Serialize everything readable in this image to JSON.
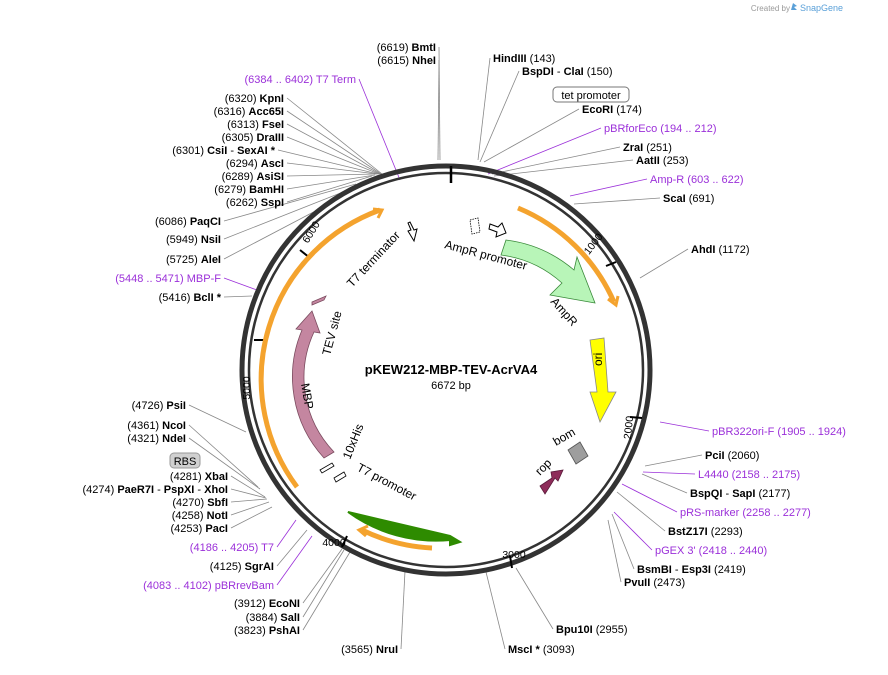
{
  "watermark": "Created by",
  "brand": "SnapGene",
  "plasmid": {
    "name": "pKEW212-MBP-TEV-AcrVA4",
    "length": "6672 bp"
  },
  "colors": {
    "primer": "#9b30d9",
    "orf": "#f4a32e",
    "ampr": "#b8f5b8",
    "ori": "#ffff00",
    "mbp": "#c486a0",
    "rop": "#8e2c5a",
    "promoter_green": "#2e8b00",
    "bom": "#9e9e9e"
  },
  "ticks": [
    "1000",
    "2000",
    "3000",
    "4000",
    "5000",
    "6000"
  ],
  "features": {
    "t7_terminator": "T7 terminator",
    "ampr_promoter": "AmpR promoter",
    "ampr": "AmpR",
    "ori": "ori",
    "rop": "rop",
    "bom": "bom",
    "t7_promoter": "T7 promoter",
    "his": "10xHis",
    "mbp": "MBP",
    "tev": "TEV site"
  },
  "left_labels": [
    {
      "pos": "(6619)",
      "name": "BmtI"
    },
    {
      "pos": "(6615)",
      "name": "NheI"
    },
    {
      "pos": "(6384 .. 6402)",
      "name": "T7 Term",
      "primer": true
    },
    {
      "pos": "(6320)",
      "name": "KpnI"
    },
    {
      "pos": "(6316)",
      "name": "Acc65I"
    },
    {
      "pos": "(6313)",
      "name": "FseI"
    },
    {
      "pos": "(6305)",
      "name": "DraIII"
    },
    {
      "pos": "(6301)",
      "name": "CsiI",
      "name2": "SexAI *"
    },
    {
      "pos": "(6294)",
      "name": "AscI"
    },
    {
      "pos": "(6289)",
      "name": "AsiSI"
    },
    {
      "pos": "(6279)",
      "name": "BamHI"
    },
    {
      "pos": "(6262)",
      "name": "SspI"
    },
    {
      "pos": "(6086)",
      "name": "PaqCI"
    },
    {
      "pos": "(5949)",
      "name": "NsiI"
    },
    {
      "pos": "(5725)",
      "name": "AleI"
    },
    {
      "pos": "(5448 .. 5471)",
      "name": "MBP-F",
      "primer": true
    },
    {
      "pos": "(5416)",
      "name": "BclI *"
    },
    {
      "pos": "(4726)",
      "name": "PsiI"
    },
    {
      "pos": "(4361)",
      "name": "NcoI"
    },
    {
      "pos": "(4321)",
      "name": "NdeI"
    },
    {
      "name": "RBS",
      "box": true
    },
    {
      "pos": "(4281)",
      "name": "XbaI"
    },
    {
      "pos": "(4274)",
      "name": "PaeR7I",
      "name2": "PspXI",
      "name3": "XhoI"
    },
    {
      "pos": "(4270)",
      "name": "SbfI"
    },
    {
      "pos": "(4258)",
      "name": "NotI"
    },
    {
      "pos": "(4253)",
      "name": "PacI"
    },
    {
      "pos": "(4186 .. 4205)",
      "name": "T7",
      "primer": true
    },
    {
      "pos": "(4125)",
      "name": "SgrAI"
    },
    {
      "pos": "(4083 .. 4102)",
      "name": "pBRrevBam",
      "primer": true
    },
    {
      "pos": "(3912)",
      "name": "EcoNI"
    },
    {
      "pos": "(3884)",
      "name": "SalI"
    },
    {
      "pos": "(3823)",
      "name": "PshAI"
    },
    {
      "pos": "(3565)",
      "name": "NruI"
    }
  ],
  "right_labels": [
    {
      "name": "HindIII",
      "pos": "(143)"
    },
    {
      "name": "BspDI",
      "name2": "ClaI",
      "pos": "(150)"
    },
    {
      "name": "tet promoter",
      "box": true
    },
    {
      "name": "EcoRI",
      "pos": "(174)"
    },
    {
      "name": "pBRforEco",
      "pos": "(194 .. 212)",
      "primer": true
    },
    {
      "name": "ZraI",
      "pos": "(251)"
    },
    {
      "name": "AatII",
      "pos": "(253)"
    },
    {
      "name": "Amp-R",
      "pos": "(603 .. 622)",
      "primer": true
    },
    {
      "name": "ScaI",
      "pos": "(691)"
    },
    {
      "name": "AhdI",
      "pos": "(1172)"
    },
    {
      "name": "pBR322ori-F",
      "pos": "(1905 .. 1924)",
      "primer": true
    },
    {
      "name": "PciI",
      "pos": "(2060)"
    },
    {
      "name": "L4440",
      "pos": "(2158 .. 2175)",
      "primer": true
    },
    {
      "name": "BspQI",
      "name2": "SapI",
      "pos": "(2177)"
    },
    {
      "name": "pRS-marker",
      "pos": "(2258 .. 2277)",
      "primer": true
    },
    {
      "name": "BstZ17I",
      "pos": "(2293)"
    },
    {
      "name": "pGEX 3'",
      "pos": "(2418 .. 2440)",
      "primer": true
    },
    {
      "name": "BsmBI",
      "name2": "Esp3I",
      "pos": "(2419)"
    },
    {
      "name": "PvuII",
      "pos": "(2473)"
    },
    {
      "name": "Bpu10I",
      "pos": "(2955)"
    },
    {
      "name": "MscI *",
      "pos": "(3093)"
    }
  ]
}
